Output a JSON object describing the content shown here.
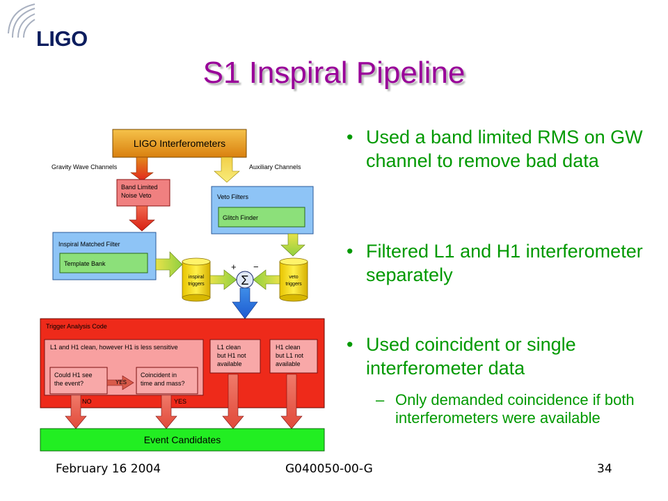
{
  "header": {
    "logo_text": "LIGO",
    "title": "S1 Inspiral Pipeline"
  },
  "diagram": {
    "ligo_box": "LIGO Interferometers",
    "gw_channels": "Gravity Wave Channels",
    "aux_channels": "Auxiliary Channels",
    "band_limited_line1": "Band Limited",
    "band_limited_line2": "Noise Veto",
    "veto_filters": "Veto Filters",
    "glitch_finder": "Glitch Finder",
    "inspiral_filter": "Inspiral Matched Filter",
    "template_bank": "Template Bank",
    "inspiral_triggers_line1": "inspiral",
    "inspiral_triggers_line2": "triggers",
    "veto_triggers_line1": "veto",
    "veto_triggers_line2": "triggers",
    "plus_sign": "+",
    "minus_sign": "−",
    "sigma": "Σ",
    "trigger_code": "Trigger Analysis Code",
    "clean_box": "L1 and H1 clean, however H1 is less sensitive",
    "h1_see_line1": "Could H1 see",
    "h1_see_line2": "the event?",
    "yes_inline": "YES",
    "coincident_line1": "Coincident in",
    "coincident_line2": "time and mass?",
    "no_label": "NO",
    "yes_label": "YES",
    "l1_clean_line1": "L1 clean",
    "l1_clean_line2": "but H1 not",
    "l1_clean_line3": "available",
    "h1_clean_line1": "H1 clean",
    "h1_clean_line2": "but L1 not",
    "h1_clean_line3": "available",
    "event_candidates": "Event Candidates"
  },
  "bullets": [
    {
      "marker": "•",
      "text": "Used a band limited RMS on GW channel to remove bad data"
    },
    {
      "marker": "•",
      "text": "Filtered L1 and H1 interferometer separately"
    },
    {
      "marker": "•",
      "text": "Used coincident or single interferometer data"
    }
  ],
  "sub_bullets": [
    {
      "marker": "–",
      "text": "Only demanded coincidence if both interferometers were available"
    }
  ],
  "footer": {
    "date": "February 16 2004",
    "doc_id": "G040050-00-G",
    "page": "34"
  },
  "colors": {
    "title": "#990099",
    "bullet_text": "#009900",
    "logo": "#0c1d5e"
  }
}
